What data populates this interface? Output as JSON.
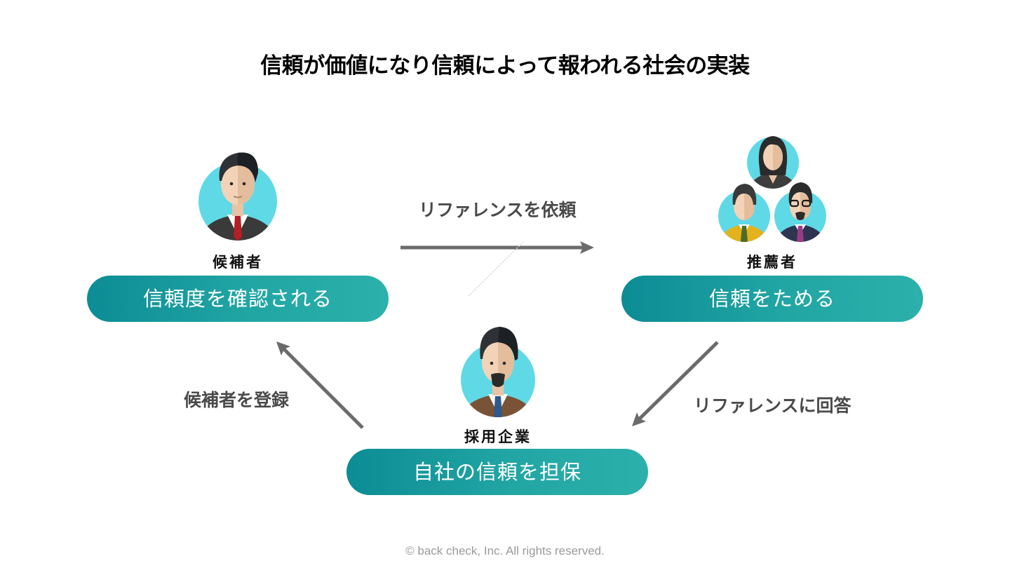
{
  "title": "信頼が価値になり信頼によって報われる社会の実装",
  "nodes": {
    "candidate": {
      "role": "候補者",
      "pill": "信頼度を確認される"
    },
    "recommender": {
      "role": "推薦者",
      "pill": "信頼をためる"
    },
    "company": {
      "role": "採用企業",
      "pill": "自社の信頼を担保"
    }
  },
  "edges": {
    "request": "リファレンスを依頼",
    "answer": "リファレンスに回答",
    "register": "候補者を登録"
  },
  "colors": {
    "pill_start": "#0c8c95",
    "pill_end": "#2cb0ab",
    "avatar_bg": "#5fd9e6",
    "arrow": "#6b6b6b"
  },
  "footer": "© back check, Inc. All rights reserved."
}
